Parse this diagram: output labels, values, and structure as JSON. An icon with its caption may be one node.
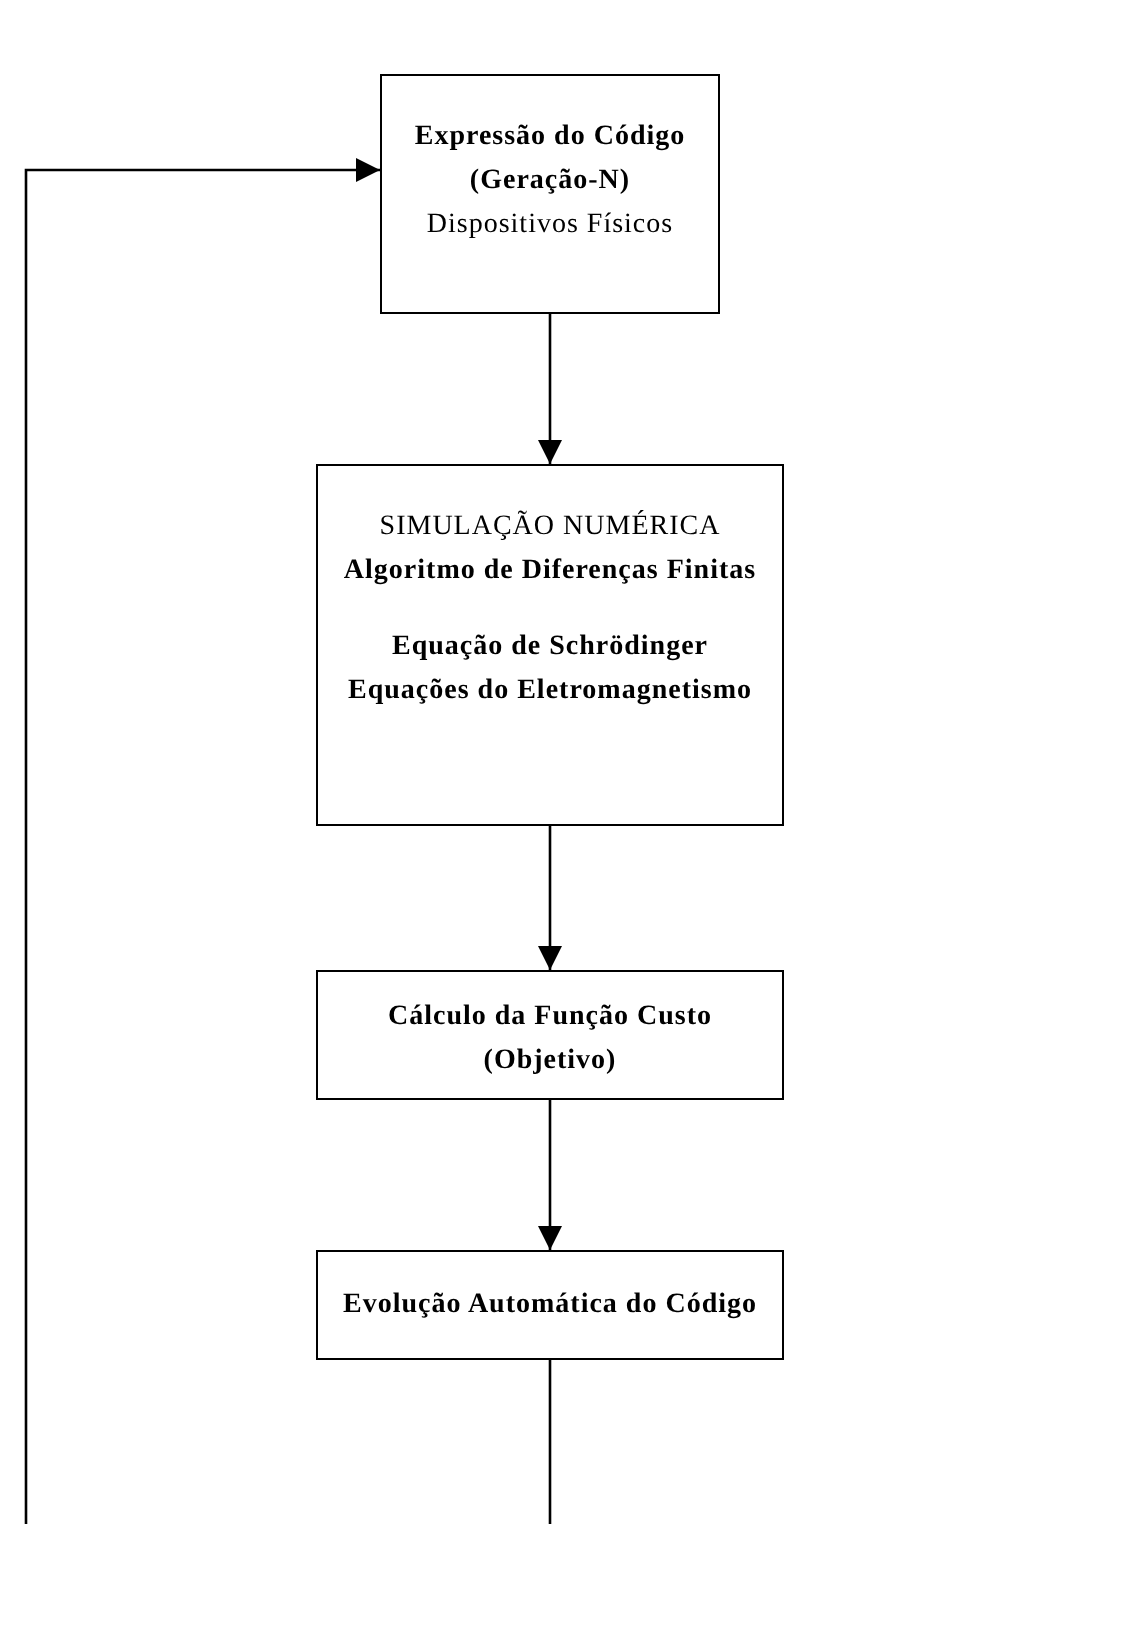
{
  "diagram": {
    "nodes": [
      {
        "text": [
          "Expressão do Código (Geração-N)",
          "Dispositivos Físicos"
        ]
      },
      {
        "text": [
          "SIMULAÇÃO NUMÉRICA",
          "Algoritmo de Diferenças Finitas",
          "Equação de Schrödinger Equações do Eletromagnetismo"
        ]
      },
      {
        "text": [
          "Cálculo da Função Custo (Objetivo)"
        ]
      },
      {
        "text": [
          "Evolução Automática do Código"
        ]
      }
    ],
    "edges": [
      {
        "from": 0,
        "to": 1,
        "arrow": "to"
      },
      {
        "from": 1,
        "to": 2,
        "arrow": "to"
      },
      {
        "from": 2,
        "to": 3,
        "arrow": "to"
      },
      {
        "from": 3,
        "to": null,
        "arrow": "none"
      },
      {
        "from": null,
        "to": 0,
        "arrow": "to"
      }
    ]
  }
}
